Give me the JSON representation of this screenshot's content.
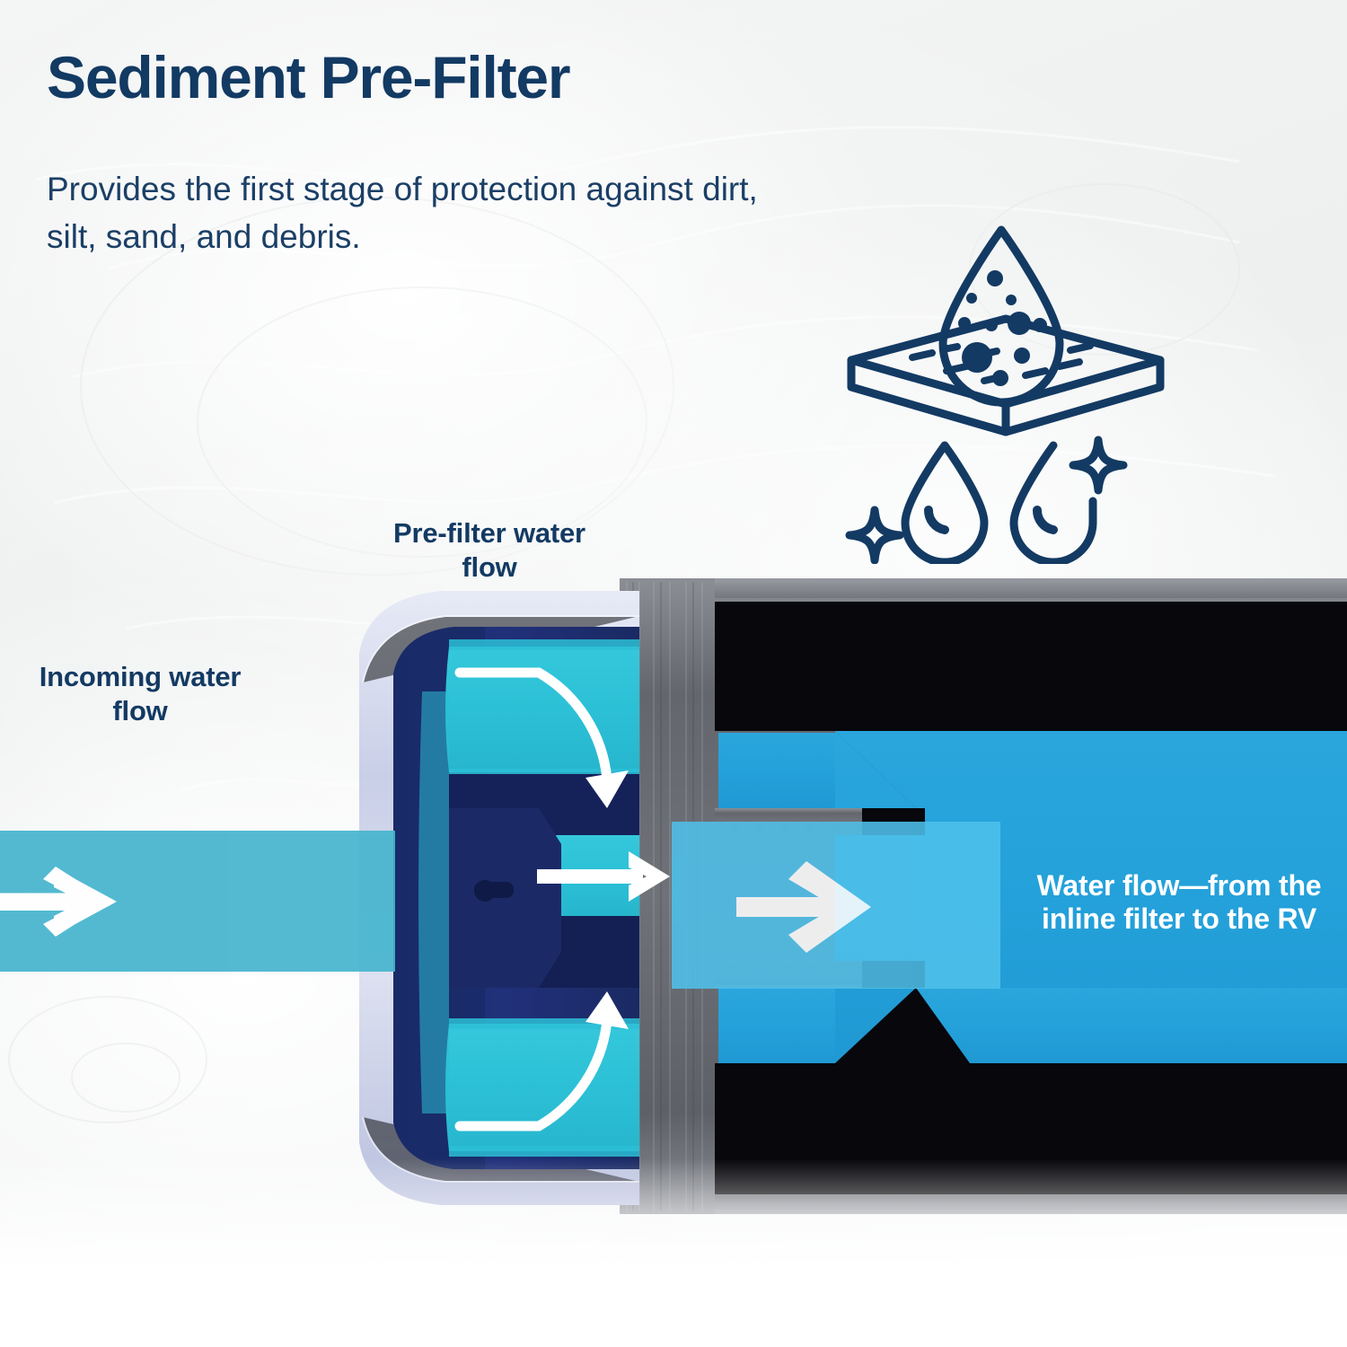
{
  "page": {
    "title": "Sediment Pre-Filter",
    "subtitle": "Provides the first stage of protection against dirt, silt, sand, and debris."
  },
  "callouts": {
    "prefilter_flow": "Pre-filter water flow",
    "incoming_flow": "Incoming water flow",
    "outgoing_flow": "Water flow—from the inline filter to the RV"
  },
  "icon": {
    "name": "filter-membrane-icon",
    "description": "dirty droplet with particles above a filter membrane slab, clean droplets and sparkles below"
  },
  "colors": {
    "navy_text": "#123a63",
    "background": "#f3f4f4",
    "brand_blue": "#25a3dc",
    "light_blue_band": "#4fc0ea",
    "incoming_teal": "#45b4ce",
    "filter_media_cyan": "#2ec4d8",
    "housing_gray": "#6e7177",
    "deep_navy": "#16255c",
    "shell_lavender": "#ced3ea"
  },
  "arrows": {
    "incoming": "arrow-right",
    "prefilter_loop": "circular-flow-arrows",
    "midstream": "arrow-right",
    "outgoing": "arrow-right"
  }
}
